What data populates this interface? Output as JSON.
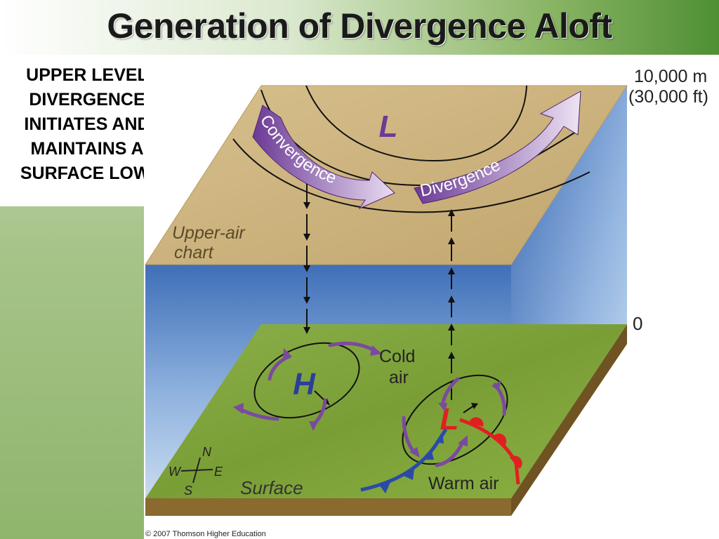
{
  "slide": {
    "title": "Generation of Divergence Aloft",
    "side_text": "UPPER LEVEL DIVERGENCE INITIATES AND MAINTAINS A SURFACE LOW."
  },
  "diagram": {
    "top_height_label_line1": "10,000 m",
    "top_height_label_line2": "(30,000 ft)",
    "bottom_height_label": "0",
    "upper_low_symbol": "L",
    "convergence_label": "Convergence",
    "divergence_label": "Divergence",
    "upper_air_label_line1": "Upper-air",
    "upper_air_label_line2": "chart",
    "high_symbol": "H",
    "surface_low_symbol": "L",
    "cold_air_line1": "Cold",
    "cold_air_line2": "air",
    "warm_air_label": "Warm air",
    "surface_label": "Surface",
    "compass": {
      "n": "N",
      "s": "S",
      "e": "E",
      "w": "W"
    },
    "copyright": "© 2007 Thomson Higher Education"
  },
  "colors": {
    "upper_plane": "#cdb37e",
    "sky": "#4f7fc4",
    "grass": "#7fa23a",
    "arrow_purple": "#7b4aa0",
    "low_red": "#e02020",
    "high_blue": "#2a3e9a",
    "cold_front": "#2b4aa8",
    "warm_front": "#e02020"
  }
}
